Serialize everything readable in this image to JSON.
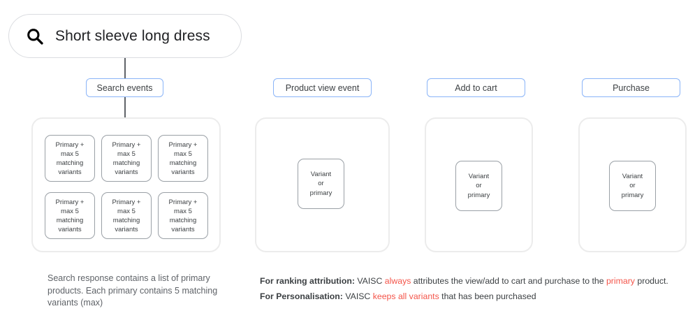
{
  "search": {
    "icon": "search-icon",
    "query": "Short sleeve long dress"
  },
  "colors": {
    "pill_border": "#8ab4f8",
    "panel_border": "#ececec",
    "card_border": "#9aa0a6",
    "highlight": "#f4554a",
    "text": "#3c4043",
    "muted_text": "#5f6368"
  },
  "stages": [
    {
      "label": "Search events"
    },
    {
      "label": "Product view event"
    },
    {
      "label": "Add to cart"
    },
    {
      "label": "Purchase"
    }
  ],
  "search_panel": {
    "cards": [
      {
        "text": "Primary +\nmax 5\nmatching\nvariants"
      },
      {
        "text": "Primary +\nmax 5\nmatching\nvariants"
      },
      {
        "text": "Primary +\nmax 5\nmatching\nvariants"
      },
      {
        "text": "Primary +\nmax 5\nmatching\nvariants"
      },
      {
        "text": "Primary +\nmax 5\nmatching\nvariants"
      },
      {
        "text": "Primary +\nmax 5\nmatching\nvariants"
      }
    ]
  },
  "event_panels": [
    {
      "card_text": "Variant\nor\nprimary"
    },
    {
      "card_text": "Variant\nor\nprimary"
    },
    {
      "card_text": "Variant\nor\nprimary"
    }
  ],
  "captions": {
    "left": "Search response contains a list of primary products. Each primary contains 5 matching variants (max)",
    "right": {
      "line1": {
        "label": "For ranking attribution:",
        "part1": " VAISC ",
        "highlight1": "always",
        "part2": " attributes the view/add to cart and purchase to the ",
        "highlight2": "primary",
        "part3": " product."
      },
      "line2": {
        "label": "For Personalisation:",
        "part1": " VAISC ",
        "highlight1": "keeps all variants",
        "part2": " that has been purchased"
      }
    }
  }
}
